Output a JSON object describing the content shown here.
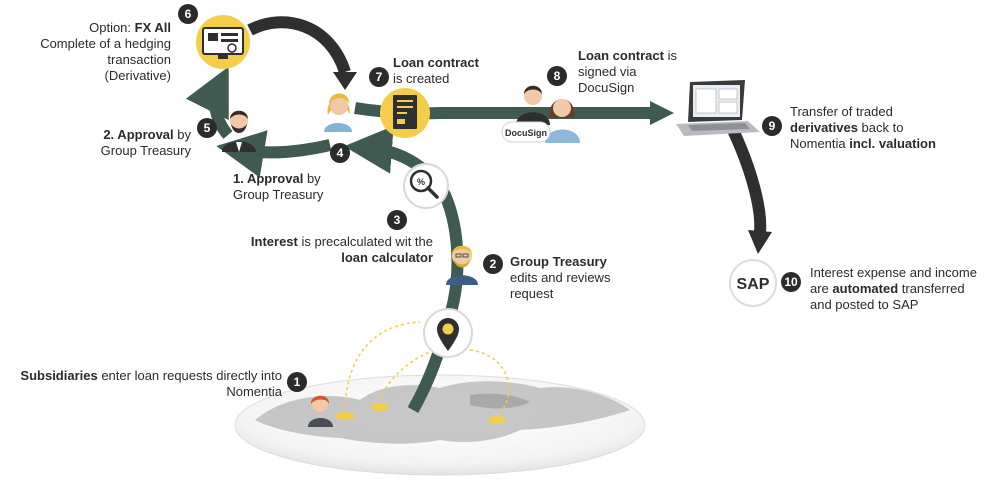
{
  "colors": {
    "flow_dark": "#3f5a51",
    "flow_black": "#2f2f2f",
    "accent_yellow": "#f4cd4b",
    "map_grey": "#b9b9b9",
    "badge_bg": "#2b2b2b"
  },
  "steps": [
    {
      "num": "1",
      "bold": "Subsidiaries",
      "text": " enter loan requests directly into Nomentia"
    },
    {
      "num": "2",
      "bold": "Group Treasury",
      "text": "edits and reviews request"
    },
    {
      "num": "3",
      "bold_a": "Interest",
      "text": " is precalculated wit the",
      "bold_b": "loan calculator"
    },
    {
      "num": "4",
      "bold": "1. Approval",
      "text_a": " by",
      "text_b": "Group Treasury"
    },
    {
      "num": "5",
      "bold": "2. Approval",
      "text_a": " by",
      "text_b": "Group Treasury"
    },
    {
      "num": "6",
      "prefix": "Option: ",
      "bold": "FX All",
      "text_a": "Complete of a hedging",
      "text_b": "transaction",
      "text_c": "(Derivative)"
    },
    {
      "num": "7",
      "bold": "Loan contract",
      "text": "is created"
    },
    {
      "num": "8",
      "bold": "Loan contract",
      "text_a": " is",
      "text_b": "signed via",
      "text_c": "DocuSign"
    },
    {
      "num": "9",
      "text_a": "Transfer of traded",
      "bold_a": "derivatives",
      "text_b": " back to",
      "text_c": "Nomentia ",
      "bold_b": "incl. valuation"
    },
    {
      "num": "10",
      "text_a": "Interest expense and income",
      "text_b": "are ",
      "bold": "automated",
      "text_c": " transferred",
      "text_d": "and posted to SAP"
    }
  ],
  "logos": {
    "docusign": "DocuSign",
    "sap": "SAP"
  },
  "icons": [
    "location-pin-icon",
    "magnifier-percent-icon",
    "person-icon",
    "monitor-icon",
    "contract-document-icon",
    "laptop-icon",
    "sap-logo",
    "docusign-logo",
    "world-map"
  ]
}
